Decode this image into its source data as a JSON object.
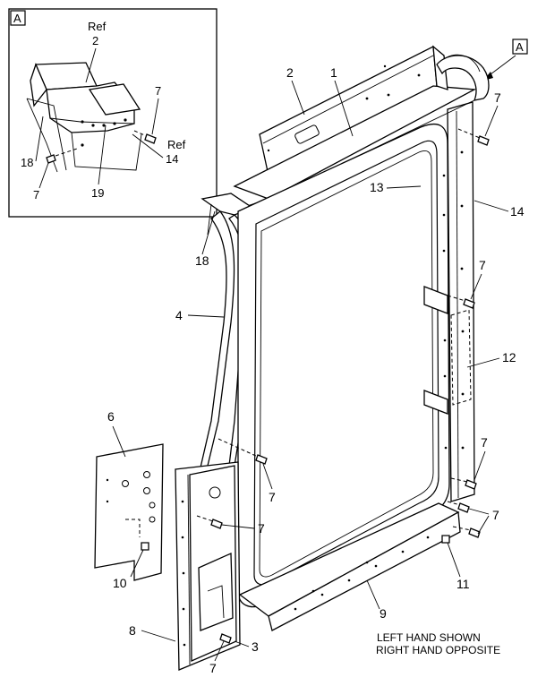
{
  "diagram": {
    "detail_tag": "A",
    "view_tag": "A",
    "callouts": {
      "c1": "1",
      "c2": "2",
      "c3": "3",
      "c4": "4",
      "c6": "6",
      "c7a": "7",
      "c7b": "7",
      "c7c": "7",
      "c7d": "7",
      "c7e": "7",
      "c7f": "7",
      "c7g": "7",
      "c8": "8",
      "c9": "9",
      "c10": "10",
      "c11": "11",
      "c12": "12",
      "c13": "13",
      "c14": "14",
      "c18": "18"
    },
    "inset": {
      "ref_label": "Ref",
      "c2": "2",
      "c7a": "7",
      "c7b": "7",
      "c18": "18",
      "c19": "19",
      "ref14_label": "Ref",
      "c14": "14"
    },
    "note_line1": "LEFT HAND SHOWN",
    "note_line2": "RIGHT HAND OPPOSITE"
  }
}
